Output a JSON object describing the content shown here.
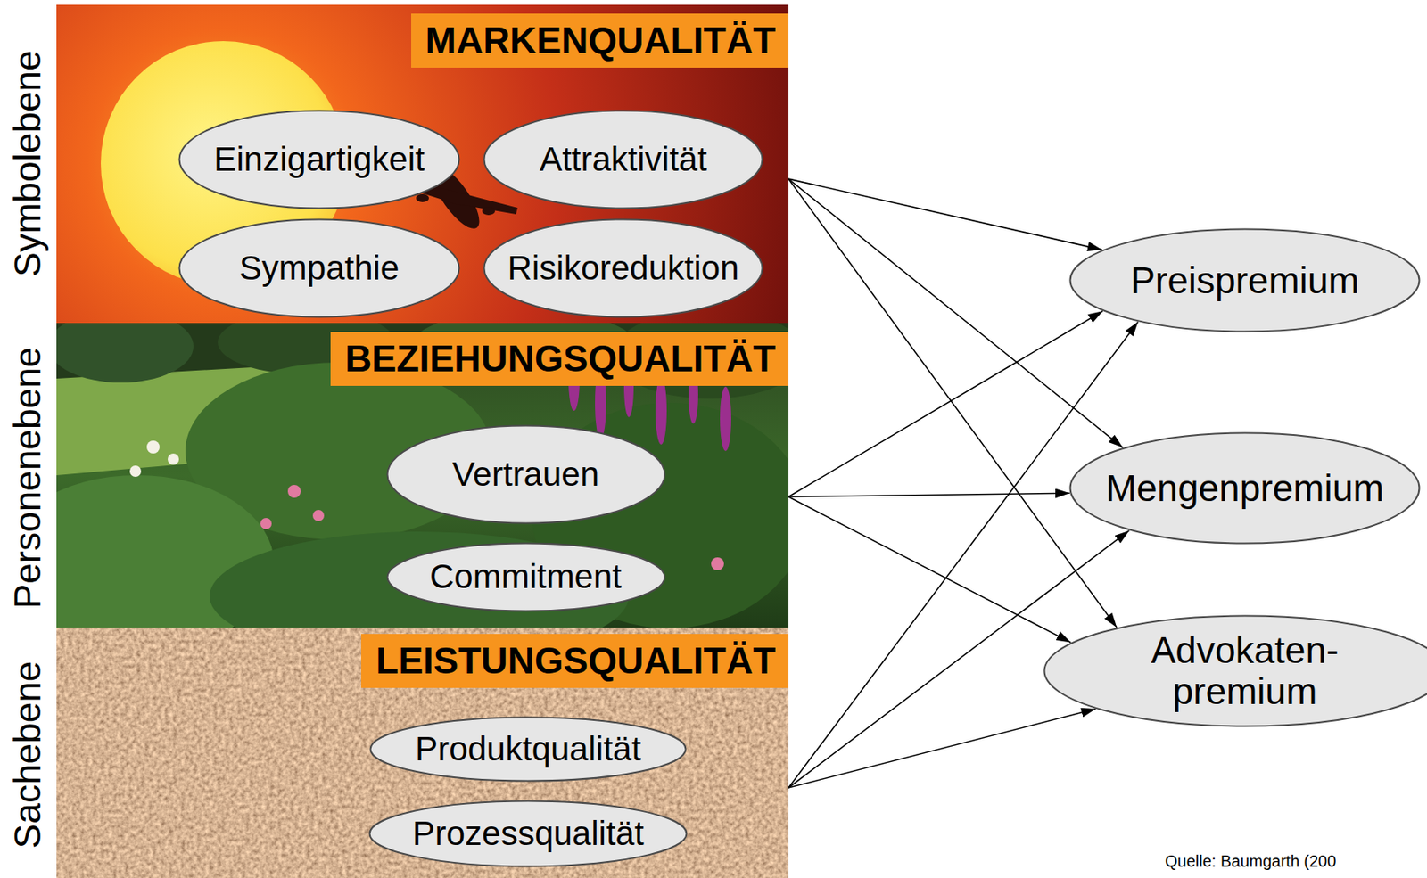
{
  "diagram": {
    "nodes": [
      {
        "text": [
          "MARKENQUALITÄT"
        ]
      },
      {
        "text": [
          "Einzigartigkeit"
        ],
        "in": 0
      },
      {
        "text": [
          "Attraktivität"
        ],
        "in": 0
      },
      {
        "text": [
          "Sympathie"
        ],
        "in": 0
      },
      {
        "text": [
          "Risikoreduktion"
        ],
        "in": 0
      },
      {
        "text": [
          "BEZIEHUNGSQUALITÄT"
        ]
      },
      {
        "text": [
          "Vertrauen"
        ],
        "in": 5
      },
      {
        "text": [
          "Commitment"
        ],
        "in": 5
      },
      {
        "text": [
          "LEISTUNGSQUALITÄT"
        ]
      },
      {
        "text": [
          "Produktqualität"
        ],
        "in": 8
      },
      {
        "text": [
          "Prozessqualität"
        ],
        "in": 8
      },
      {
        "text": [
          "Preispremium"
        ]
      },
      {
        "text": [
          "Mengenpremium"
        ]
      },
      {
        "text": [
          "Advokaten- premium"
        ]
      }
    ],
    "edges": [
      {
        "from": 0,
        "to": 11,
        "arrow": "to"
      },
      {
        "from": 0,
        "to": 12,
        "arrow": "to"
      },
      {
        "from": 0,
        "to": 13,
        "arrow": "to"
      },
      {
        "from": 5,
        "to": 11,
        "arrow": "to"
      },
      {
        "from": 5,
        "to": 12,
        "arrow": "to"
      },
      {
        "from": 5,
        "to": 13,
        "arrow": "to"
      },
      {
        "from": 8,
        "to": 11,
        "arrow": "to"
      },
      {
        "from": 8,
        "to": 12,
        "arrow": "to"
      },
      {
        "from": 8,
        "to": 13,
        "arrow": "to"
      }
    ],
    "labels": [
      "Symbolebene",
      "Personenebene",
      "Sachebene",
      "Quelle: Baumgarth (200"
    ]
  }
}
